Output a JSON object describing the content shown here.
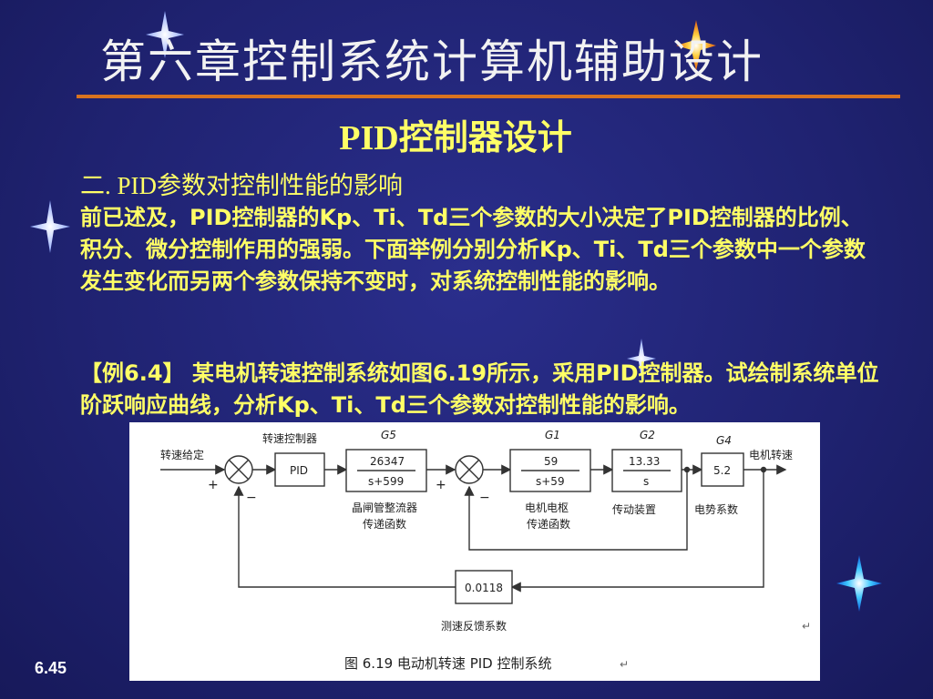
{
  "slide": {
    "title": "第六章控制系统计算机辅助设计",
    "subtitle": "PID控制器设计",
    "section_heading": "二. PID参数对控制性能的影响",
    "paragraph1": "前已述及，PID控制器的Kp、Ti、Td三个参数的大小决定了PID控制器的比例、积分、微分控制作用的强弱。下面举例分别分析Kp、Ti、Td三个参数中一个参数发生变化而另两个参数保持不变时，对系统控制性能的影响。",
    "paragraph2": "【例6.4】 某电机转速控制系统如图6.19所示，采用PID控制器。试绘制系统单位阶跃响应曲线，分析Kp、Ti、Td三个参数对控制性能的影响。",
    "slide_number": "6.45",
    "colors": {
      "background": "#1f2270",
      "title": "#f2f2f2",
      "accent_rule": "#d9731f",
      "body_text": "#ffff66"
    }
  },
  "diagram": {
    "input_label": "转速给定",
    "controller_caption": "转速控制器",
    "pid_label": "PID",
    "g5_tag": "G5",
    "g5_num": "26347",
    "g5_den": "s+599",
    "g5_caption1": "晶闸管整流器",
    "g5_caption2": "传递函数",
    "g1_tag": "G1",
    "g1_num": "59",
    "g1_den": "s+59",
    "g1_caption1": "电机电枢",
    "g1_caption2": "传递函数",
    "g2_tag": "G2",
    "g2_num": "13.33",
    "g2_den": "s",
    "g2_caption": "传动装置",
    "g4_tag": "G4",
    "g4_value": "5.2",
    "g4_caption": "电势系数",
    "output_label": "电机转速",
    "feedback_value": "0.0118",
    "feedback_caption": "测速反馈系数",
    "sum1_plus": "+",
    "sum1_minus": "−",
    "sum2_plus": "+",
    "sum2_minus": "−",
    "caption": "图 6.19    电动机转速 PID 控制系统",
    "return_mark1": "↵",
    "return_mark2": "↵"
  }
}
